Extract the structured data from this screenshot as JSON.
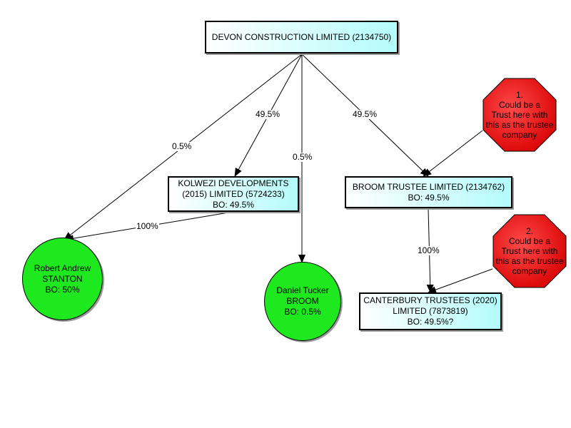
{
  "nodes": {
    "devon": {
      "lines": [
        "DEVON CONSTRUCTION LIMITED (2134750)"
      ]
    },
    "kolwezi": {
      "lines": [
        "KOLWEZI DEVELOPMENTS",
        "(2015) LIMITED (5724233)",
        "BO: 49.5%"
      ]
    },
    "broom_trustee": {
      "lines": [
        "BROOM TRUSTEE LIMITED (2134762)",
        "BO: 49.5%"
      ]
    },
    "canterbury": {
      "lines": [
        "CANTERBURY TRUSTEES (2020)",
        "LIMITED (7873819)",
        "BO: 49.5%?"
      ]
    },
    "robert": {
      "lines": [
        "Robert Andrew",
        "STANTON",
        "BO: 50%"
      ]
    },
    "daniel": {
      "lines": [
        "Daniel Tucker",
        "BROOM",
        "BO: 0.5%"
      ]
    }
  },
  "notes": {
    "note1": {
      "lines": [
        "1.",
        "Could be a",
        "Trust here with",
        "this as the trustee",
        "company"
      ]
    },
    "note2": {
      "lines": [
        "2.",
        "Could be a",
        "Trust here with",
        "this as the trustee",
        "company"
      ]
    }
  },
  "edges": {
    "devon_robert": "0.5%",
    "devon_kolwezi": "49.5%",
    "devon_daniel": "0.5%",
    "devon_broom": "49.5%",
    "kolwezi_robert": "100%",
    "broom_canterbury": "100%"
  },
  "colors": {
    "company_fill_start": "#ffffff",
    "company_fill_end": "#b3fbfb",
    "person_fill": "#1ee81e",
    "note_fill": "#ee1111"
  }
}
